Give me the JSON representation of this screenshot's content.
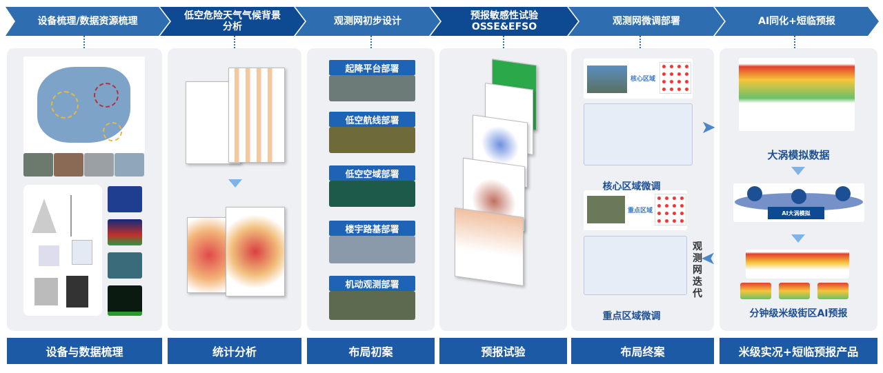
{
  "stages": [
    {
      "header": "设备梳理/数据资源梳理",
      "footer": "设备与数据梳理"
    },
    {
      "header": "低空危险天气气候背景分析",
      "footer": "统计分析"
    },
    {
      "header": "观测网初步设计",
      "footer": "布局初案"
    },
    {
      "header": "预报敏感性试验OSSE&EFSO",
      "footer": "预报试验"
    },
    {
      "header": "观测网微调部署",
      "footer": "布局终案"
    },
    {
      "header": "AI同化+短临预报",
      "footer": "米级实况+短临预报产品"
    }
  ],
  "layout_steps": [
    "起降平台部署",
    "低空航线部署",
    "低空空域部署",
    "楼宇路基部署",
    "机动观测部署"
  ],
  "finetune": {
    "core_tag": "核心区域",
    "core_caption": "核心区域微调",
    "key_tag": "重点区域",
    "key_caption": "重点区域微调",
    "iterate": "观测网迭代"
  },
  "ai": {
    "les_caption": "大涡模拟数据",
    "model_label": "AI大涡模拟",
    "forecast_caption": "分钟级米级街区AI预报"
  }
}
